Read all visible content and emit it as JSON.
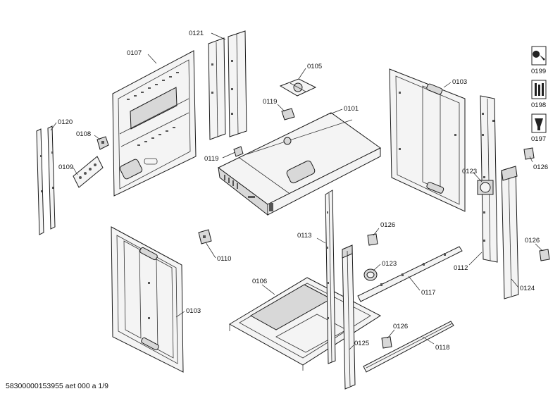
{
  "labels": {
    "p0101": "0101",
    "p0103a": "0103",
    "p0103b": "0103",
    "p0105": "0105",
    "p0106": "0106",
    "p0107": "0107",
    "p0108": "0108",
    "p0109": "0109",
    "p0110": "0110",
    "p0112": "0112",
    "p0113": "0113",
    "p0117": "0117",
    "p0118": "0118",
    "p0119a": "0119",
    "p0119b": "0119",
    "p0120": "0120",
    "p0121": "0121",
    "p0123a": "0123",
    "p0123b": "0123",
    "p0124": "0124",
    "p0125": "0125",
    "p0126a": "0126",
    "p0126b": "0126",
    "p0126c": "0126",
    "p0126d": "0126",
    "p0197": "0197",
    "p0198": "0198",
    "p0199": "0199"
  },
  "icons": {
    "p0199": "wrench-icon",
    "p0198": "screws-icon",
    "p0197": "grease-icon"
  },
  "footer": "58300000153955 aet 000 a 1/9"
}
